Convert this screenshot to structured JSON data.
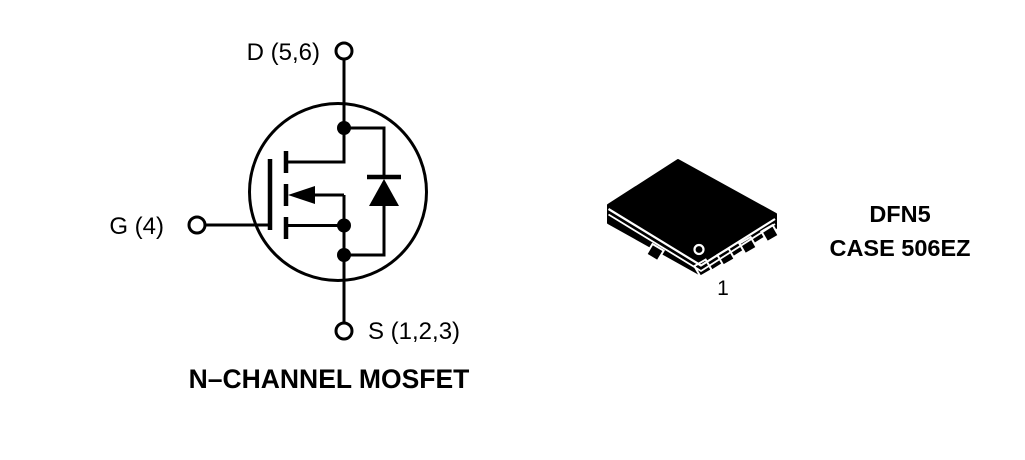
{
  "colors": {
    "ink": "#000000",
    "background": "#ffffff"
  },
  "schematic": {
    "caption": "N–CHANNEL MOSFET",
    "terminals": {
      "drain": "D (5,6)",
      "gate": "G (4)",
      "source": "S (1,2,3)"
    }
  },
  "package": {
    "name": "DFN5",
    "case": "CASE 506EZ",
    "pin_one": "1"
  }
}
